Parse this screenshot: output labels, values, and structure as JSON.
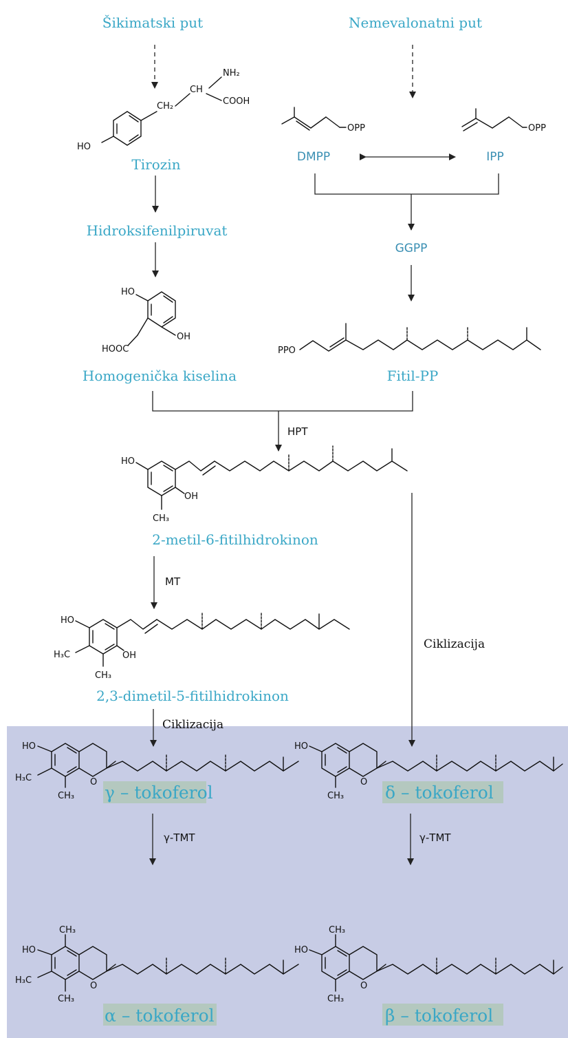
{
  "sources": {
    "shikimate": "Šikimatski put",
    "nonmevalonate": "Nemevalonatni put"
  },
  "compounds": {
    "tyrosine": "Tirozin",
    "hydroxyphenylpyruvate": "Hidroksifenilpiruvat",
    "homogentisic_acid": "Homogenička kiselina",
    "dmpp": "DMPP",
    "ipp": "IPP",
    "ggpp": "GGPP",
    "phytyl_pp": "Fitil-PP",
    "mpbq": "2-metil-6-fitilhidrokinon",
    "dmpbq": "2,3-dimetil-5-fitilhidrokinon",
    "gamma": "γ – tokoferol",
    "delta": "δ – tokoferol",
    "alpha": "α – tokoferol",
    "beta": "β – tokoferol"
  },
  "enzymes": {
    "hpt": "HPT",
    "mt": "MT",
    "cyclization_left": "Ciklizacija",
    "cyclization_right": "Ciklizacija",
    "tmt_left": "γ-TMT",
    "tmt_right": "γ-TMT"
  },
  "atoms": {
    "ho": "HO",
    "oh": "OH",
    "o": "O",
    "nh2": "NH₂",
    "cooh": "COOH",
    "ch": "CH",
    "ch2": "CH₂",
    "hooc": "HOOC",
    "opp": "OPP",
    "ppo": "PPO",
    "ch3": "CH₃",
    "h3c": "H₃C"
  },
  "colors": {
    "label": "#3aa7c6",
    "panel": "#c7cce5",
    "label_highlight": "#b4c8bf",
    "line": "#222222"
  }
}
